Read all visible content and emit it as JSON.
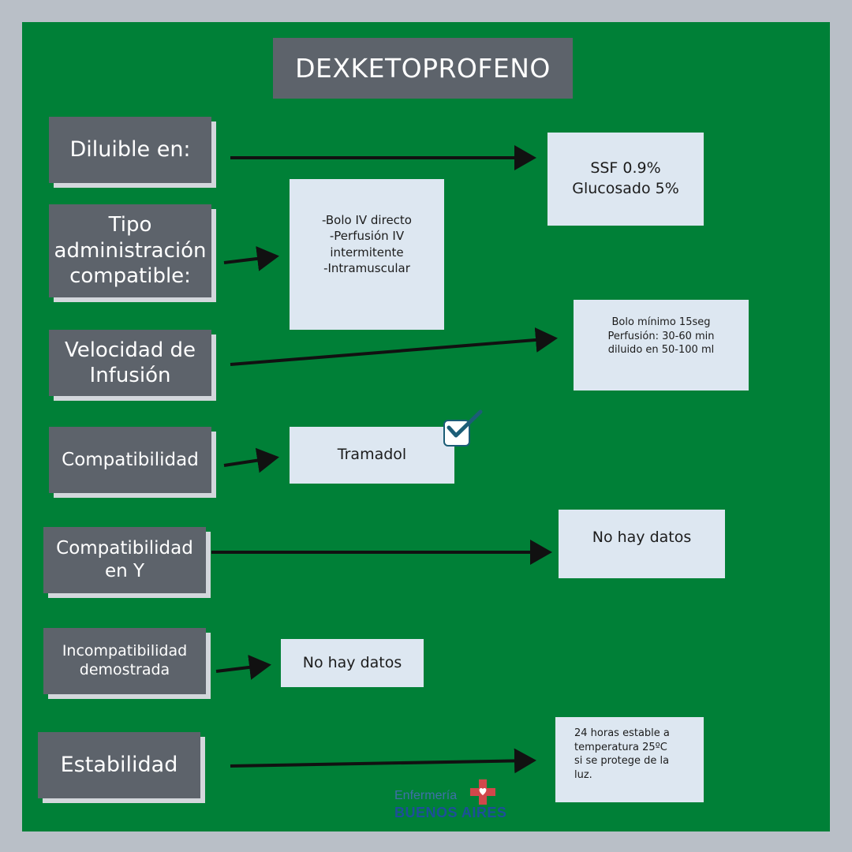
{
  "title": "DEXKETOPROFENO",
  "colors": {
    "background": "#b9bfc7",
    "panel": "#008037",
    "label_box": "#5d636b",
    "value_box": "#dde7f1",
    "arrow": "#111111",
    "check": "#1c5d77",
    "logo_cross": "#d2474b"
  },
  "rows": [
    {
      "label": "Diluible en:",
      "value": "SSF 0.9%\nGlucosado 5%"
    },
    {
      "label": "Tipo administración compatible:",
      "value": "-Bolo IV directo\n-Perfusión IV\nintermitente\n-Intramuscular"
    },
    {
      "label": "Velocidad de Infusión",
      "value": "Bolo mínimo 15seg\nPerfusión: 30-60 min\ndiluido en 50-100 ml"
    },
    {
      "label": "Compatibilidad",
      "value": "Tramadol",
      "icon": "checkmark-icon"
    },
    {
      "label": "Compatibilidad en Y",
      "value": "No hay datos"
    },
    {
      "label": "Incompatibilidad demostrada",
      "value": "No hay datos"
    },
    {
      "label": "Estabilidad",
      "value": "24 horas estable a\ntemperatura 25ºC\nsi se protege de la\nluz."
    }
  ],
  "logo": {
    "line1": "Enfermería",
    "line2": "BUENOS AIRES",
    "icon": "red-cross-heart-icon"
  }
}
